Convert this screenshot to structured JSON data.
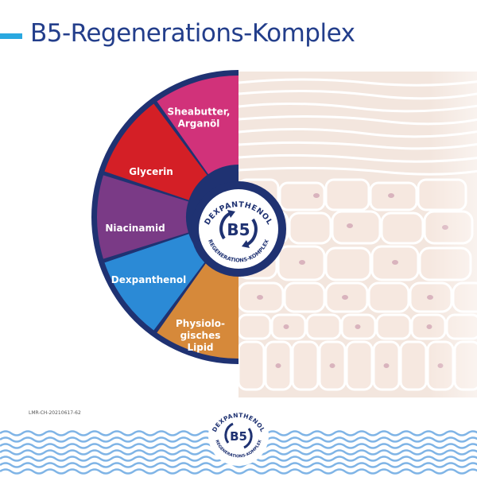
{
  "title": "B5-Regenerations-Komplex",
  "reference_code": "LMR-CH-20210617-62",
  "center_badge": {
    "top_text": "DEXPANTHENOL",
    "center_text": "B5",
    "bottom_text": "REGENERATIONS-KOMPLEX"
  },
  "footer_badge": {
    "top_text": "DEXPANTHENOL",
    "center_text": "B5",
    "bottom_text": "REGENERATIONS-KOMPLEX"
  },
  "segments": [
    {
      "lines": [
        "Sheabutter,",
        "Arganöl"
      ],
      "color": "#d1327a"
    },
    {
      "lines": [
        "Glycerin"
      ],
      "color": "#d41f26"
    },
    {
      "lines": [
        "Niacinamid"
      ],
      "color": "#7a3a86"
    },
    {
      "lines": [
        "Dexpanthenol"
      ],
      "color": "#2b8ad6"
    },
    {
      "lines": [
        "Physiolo-",
        "gisches",
        "Lipid"
      ],
      "color": "#d6893a"
    }
  ],
  "colors": {
    "navy": "#1f3272",
    "accent": "#2aa8e0",
    "skin": "#f1ded4"
  }
}
